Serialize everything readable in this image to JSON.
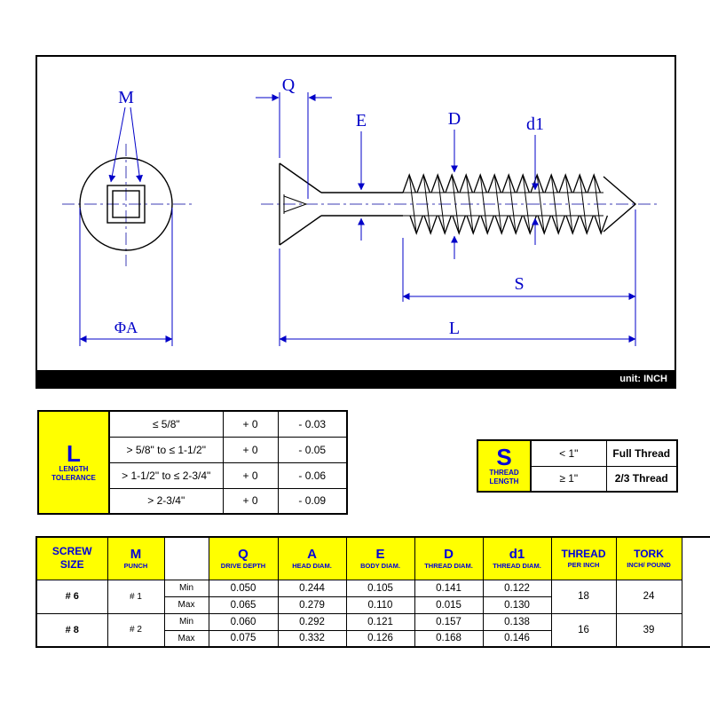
{
  "drawing": {
    "unit": "unit: INCH",
    "labels": {
      "m": "M",
      "q": "Q",
      "e": "E",
      "d": "D",
      "d1": "d1",
      "s": "S",
      "l": "L",
      "dia_a": "ΦA"
    },
    "colors": {
      "dimension_blue": "#0000c8",
      "outline_black": "#000000",
      "centerline": "#3c3cb4",
      "table_yellow": "#ffff00",
      "table_blue": "#0000d8"
    }
  },
  "tolerance_table": {
    "title": "L",
    "subtitle_line1": "LENGTH",
    "subtitle_line2": "TOLERANCE",
    "rows": [
      {
        "range": "≤ 5/8\"",
        "plus": "+ 0",
        "minus": "- 0.03"
      },
      {
        "range": "> 5/8\" to ≤ 1-1/2\"",
        "plus": "+ 0",
        "minus": "- 0.05"
      },
      {
        "range": "> 1-1/2\" to ≤ 2-3/4\"",
        "plus": "+ 0",
        "minus": "- 0.06"
      },
      {
        "range": "> 2-3/4\"",
        "plus": "+ 0",
        "minus": "- 0.09"
      }
    ]
  },
  "thread_table": {
    "title": "S",
    "subtitle_line1": "THREAD",
    "subtitle_line2": "LENGTH",
    "rows": [
      {
        "condition": "< 1\"",
        "value": "Full Thread"
      },
      {
        "condition": "≥ 1\"",
        "value": "2/3 Thread"
      }
    ]
  },
  "spec_table": {
    "headers": [
      {
        "main": "SCREW",
        "sub": "SIZE"
      },
      {
        "main": "M",
        "sub": "PUNCH"
      },
      {
        "main": "",
        "sub": ""
      },
      {
        "main": "Q",
        "sub": "DRIVE DEPTH"
      },
      {
        "main": "A",
        "sub": "HEAD DIAM."
      },
      {
        "main": "E",
        "sub": "BODY DIAM."
      },
      {
        "main": "D",
        "sub": "THREAD DIAM."
      },
      {
        "main": "d1",
        "sub": "THREAD DIAM."
      },
      {
        "main": "THREAD",
        "sub": "PER INCH"
      },
      {
        "main": "TORK",
        "sub": "INCH/ POUND"
      }
    ],
    "groups": [
      {
        "size": "# 6",
        "punch": "# 1",
        "thread_per_inch": "18",
        "tork": "24",
        "min": {
          "label": "Min",
          "q": "0.050",
          "a": "0.244",
          "e": "0.105",
          "d": "0.141",
          "d1": "0.122"
        },
        "max": {
          "label": "Max",
          "q": "0.065",
          "a": "0.279",
          "e": "0.110",
          "d": "0.015",
          "d1": "0.130"
        }
      },
      {
        "size": "# 8",
        "punch": "# 2",
        "thread_per_inch": "16",
        "tork": "39",
        "min": {
          "label": "Min",
          "q": "0.060",
          "a": "0.292",
          "e": "0.121",
          "d": "0.157",
          "d1": "0.138"
        },
        "max": {
          "label": "Max",
          "q": "0.075",
          "a": "0.332",
          "e": "0.126",
          "d": "0.168",
          "d1": "0.146"
        }
      }
    ]
  }
}
